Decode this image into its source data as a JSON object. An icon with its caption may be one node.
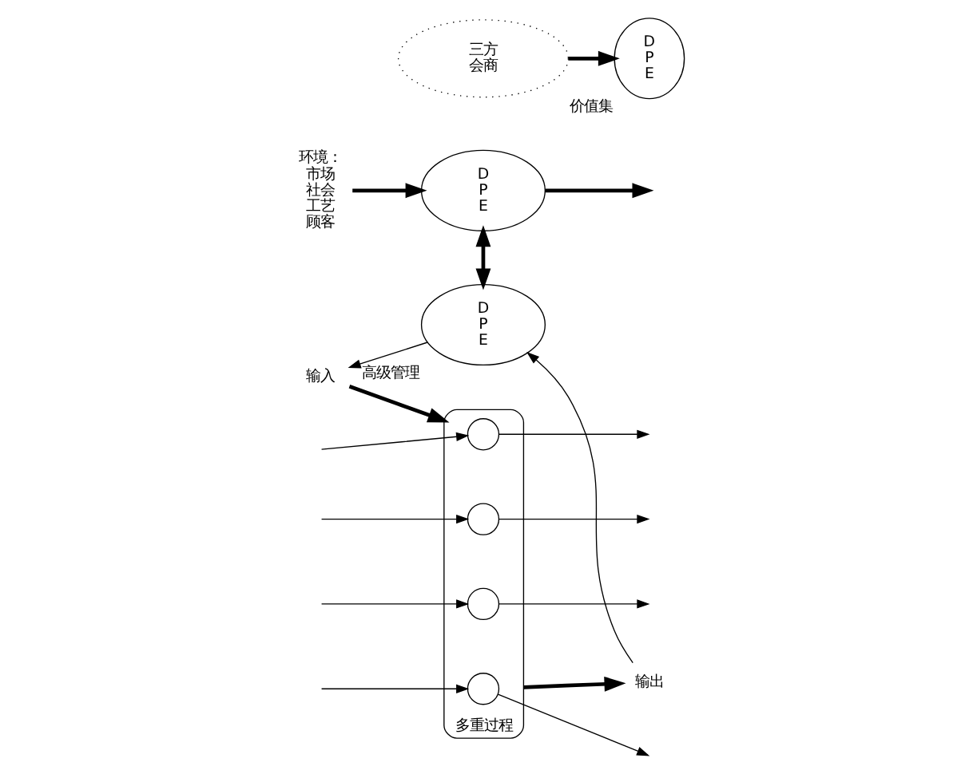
{
  "diagram": {
    "nodes": [
      {
        "text": [
          "环境：",
          "市场",
          "社会",
          "工艺",
          "顾客"
        ]
      },
      {
        "text": [
          "D",
          "P",
          "E"
        ]
      },
      {
        "text": [
          "三方",
          "会商"
        ]
      },
      {
        "text": [
          "D",
          "P",
          "E"
        ],
        "beside": [
          "价值集"
        ]
      },
      {
        "text": [
          "D",
          "P",
          "E"
        ],
        "beside": [
          "高级管理"
        ]
      },
      {
        "text": [
          "输入"
        ]
      },
      {
        "text": [
          "多重过程"
        ]
      },
      {
        "text": [
          "输出"
        ]
      },
      {
        "text": [],
        "shape": "circle",
        "in": 6
      },
      {
        "text": [],
        "shape": "circle",
        "in": 6
      },
      {
        "text": [],
        "shape": "circle",
        "in": 6
      },
      {
        "text": [],
        "shape": "circle",
        "in": 6
      }
    ],
    "edges": [
      {
        "from": 0,
        "to": 1,
        "arrow": "to",
        "style": "thick"
      },
      {
        "from": 1,
        "to": null,
        "arrow": "to",
        "style": "thick"
      },
      {
        "from": 1,
        "to": 4,
        "arrow": "both",
        "style": "thick"
      },
      {
        "from": 2,
        "to": 3,
        "arrow": "to",
        "style": "thick"
      },
      {
        "from": 4,
        "to": 5,
        "arrow": "to"
      },
      {
        "from": 5,
        "to": 6,
        "arrow": "to",
        "style": "thick"
      },
      {
        "from": 8,
        "to": null,
        "arrow": "to"
      },
      {
        "from": 9,
        "to": null,
        "arrow": "to"
      },
      {
        "from": 10,
        "to": null,
        "arrow": "to"
      },
      {
        "from": 11,
        "to": null,
        "arrow": "to"
      },
      {
        "from": 6,
        "to": 7,
        "arrow": "to",
        "style": "thick"
      },
      {
        "from": 7,
        "to": 4,
        "arrow": "to"
      },
      {
        "from": null,
        "to": 8,
        "arrow": "to"
      },
      {
        "from": null,
        "to": 9,
        "arrow": "to"
      },
      {
        "from": null,
        "to": 10,
        "arrow": "to"
      },
      {
        "from": null,
        "to": 11,
        "arrow": "to"
      }
    ]
  }
}
